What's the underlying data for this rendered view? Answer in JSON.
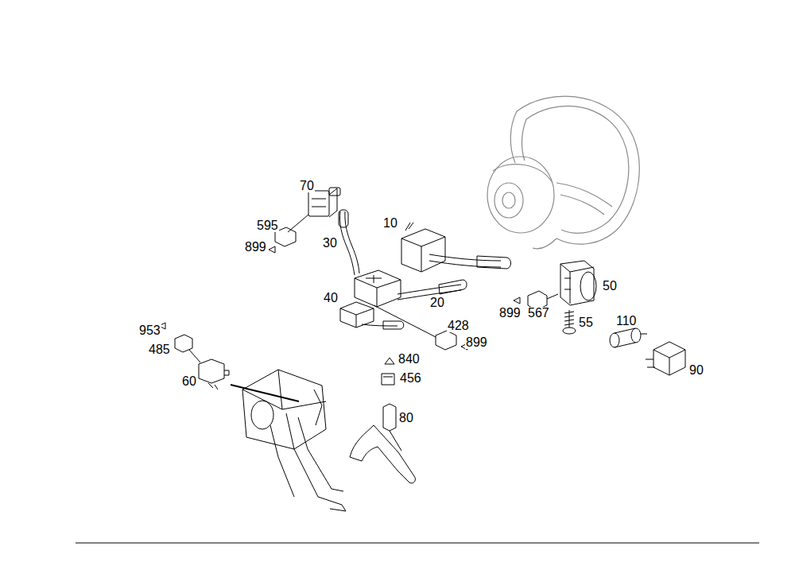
{
  "diagram": {
    "labels": [
      "70",
      "595",
      "899",
      "30",
      "10",
      "20",
      "40",
      "428",
      "899",
      "953",
      "485",
      "60",
      "840",
      "456",
      "80",
      "50",
      "567",
      "899",
      "55",
      "110",
      "90"
    ]
  }
}
